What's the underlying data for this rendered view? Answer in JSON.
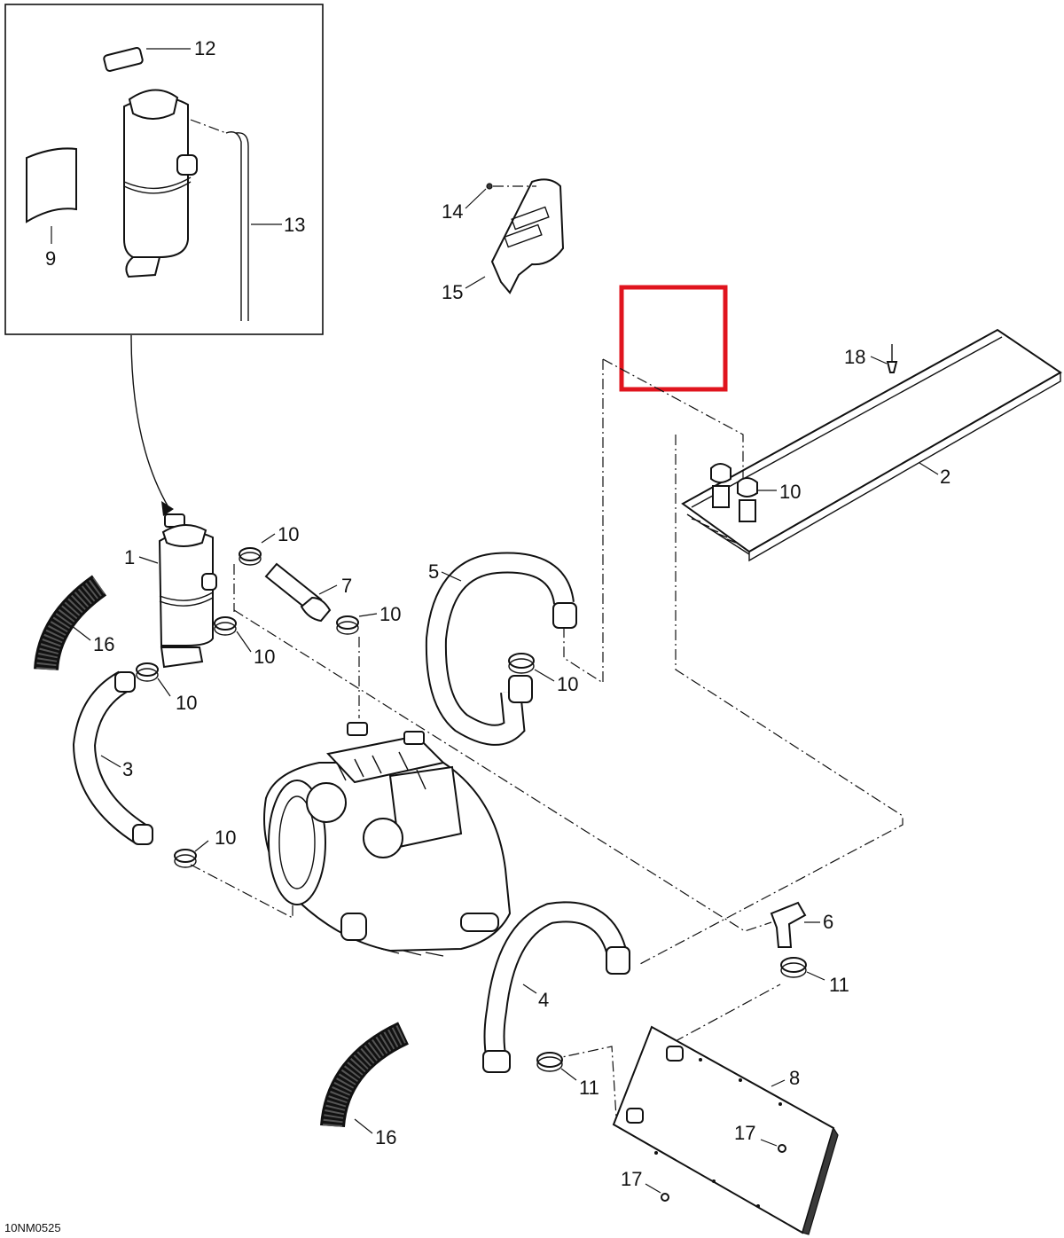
{
  "diagram_code": "10NM0525",
  "callouts": {
    "c1": "1",
    "c2": "2",
    "c3": "3",
    "c4": "4",
    "c5": "5",
    "c6": "6",
    "c7": "7",
    "c8": "8",
    "c9": "9",
    "c10a": "10",
    "c10b": "10",
    "c10c": "10",
    "c10d": "10",
    "c10e": "10",
    "c10f": "10",
    "c10g": "10",
    "c11a": "11",
    "c11b": "11",
    "c12": "12",
    "c13": "13",
    "c14": "14",
    "c15": "15",
    "c16a": "16",
    "c16b": "16",
    "c17a": "17",
    "c17b": "17",
    "c18": "18"
  },
  "highlight_color": "#e0141e"
}
